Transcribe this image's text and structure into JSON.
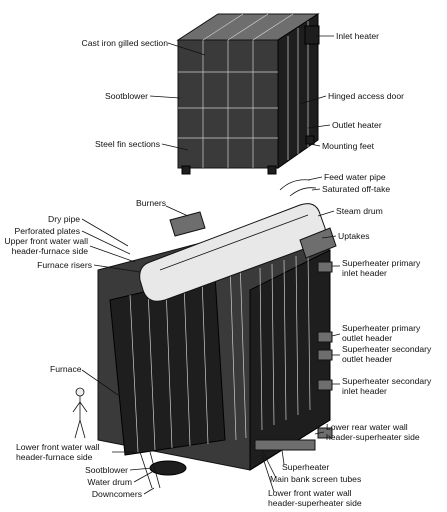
{
  "labels": {
    "cast_iron_gilled_section": "Cast iron gilled section",
    "inlet_heater": "Inlet heater",
    "sootblower_top": "Sootblower",
    "hinged_access_door": "Hinged access door",
    "outlet_heater": "Outlet heater",
    "steel_fin_sections": "Steel fin sections",
    "mounting_feet": "Mounting feet",
    "feed_water_pipe": "Feed water pipe",
    "saturated_off_take": "Saturated off-take",
    "burners": "Burners",
    "steam_drum": "Steam drum",
    "dry_pipe": "Dry pipe",
    "perforated_plates": "Perforated plates",
    "upper_front_water_wall_1": "Upper front water wall",
    "upper_front_water_wall_2": "header-furnace side",
    "uptakes": "Uptakes",
    "furnace_risers": "Furnace risers",
    "superheater_primary_inlet_1": "Superheater primary",
    "superheater_primary_inlet_2": "inlet header",
    "superheater_primary_outlet_1": "Superheater primary",
    "superheater_primary_outlet_2": "outlet header",
    "superheater_secondary_outlet_1": "Superheater secondary",
    "superheater_secondary_outlet_2": "outlet header",
    "furnace": "Furnace",
    "superheater_secondary_inlet_1": "Superheater secondary",
    "superheater_secondary_inlet_2": "inlet header",
    "lower_rear_water_wall_1": "Lower rear water wall",
    "lower_rear_water_wall_2": "header-superheater side",
    "lower_front_water_wall_furnace_1": "Lower front water wall",
    "lower_front_water_wall_furnace_2": "header-furnace side",
    "sootblower_bottom": "Sootblower",
    "superheater": "Superheater",
    "water_drum": "Water drum",
    "main_bank_screen_tubes": "Main bank screen tubes",
    "downcomers": "Downcomers",
    "lower_front_water_wall_superheater_1": "Lower front water wall",
    "lower_front_water_wall_superheater_2": "header-superheater side"
  }
}
